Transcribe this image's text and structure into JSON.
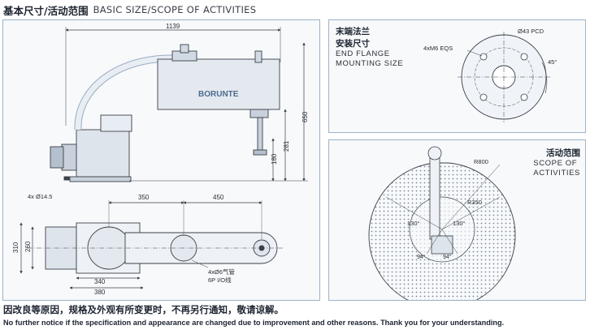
{
  "header": {
    "title_cn": "基本尺寸/活动范围",
    "title_en": "BASIC SIZE/SCOPE OF ACTIVITIES"
  },
  "main_drawing": {
    "dims": {
      "total_width": "1139",
      "height_650": "650",
      "height_281": "281",
      "height_180": "180",
      "upper_arm": "350",
      "lower_arm": "450",
      "depth_310": "310",
      "depth_260": "260",
      "base_340": "340",
      "base_380": "380"
    },
    "hole_label": "4x Ø14.5",
    "brand": "BORUNTE",
    "air_label": "4xØ6气管",
    "io_label": "6P I/O线"
  },
  "flange": {
    "title_cn_1": "末端法兰",
    "title_cn_2": "安装尺寸",
    "title_en_1": "END FLANGE",
    "title_en_2": "MOUNTING SIZE",
    "screw_label": "4xM6 EQS",
    "pcd_label": "Ø43 PCD",
    "angle_label": "45°"
  },
  "scope": {
    "title_cn": "活动范围",
    "title_en_1": "SCOPE OF",
    "title_en_2": "ACTIVITIES",
    "r_outer": "R800",
    "r_inner": "R350",
    "angle_left": "130°",
    "angle_right": "130°",
    "angle_bl": "94°",
    "angle_br": "94°"
  },
  "footer": {
    "notice_cn": "因改良等原因，规格及外观有所变更时，不再另行通知，敬请谅解。",
    "notice_en": "No further notice if the specification and appearance are changed due to improvement and other reasons. Thank you for your understanding."
  }
}
